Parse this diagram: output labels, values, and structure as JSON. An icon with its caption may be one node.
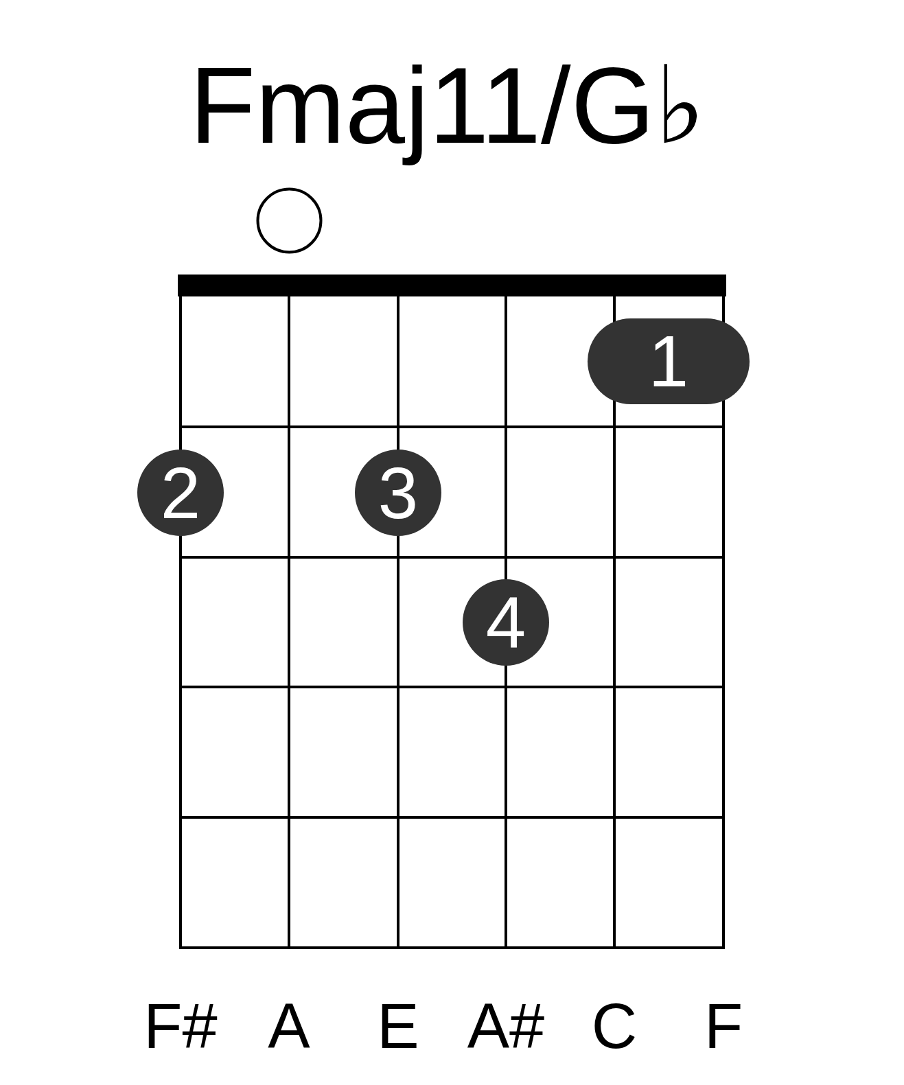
{
  "diagram": {
    "title": "Fmaj11/G♭",
    "nodes": [
      {
        "text": [],
        "shape": "circle"
      },
      {
        "text": [
          "1"
        ]
      },
      {
        "text": [
          "2"
        ]
      },
      {
        "text": [
          "3"
        ]
      },
      {
        "text": [
          "4"
        ]
      }
    ],
    "labels": [
      "F#",
      "A",
      "E",
      "A#",
      "C",
      "F"
    ]
  }
}
